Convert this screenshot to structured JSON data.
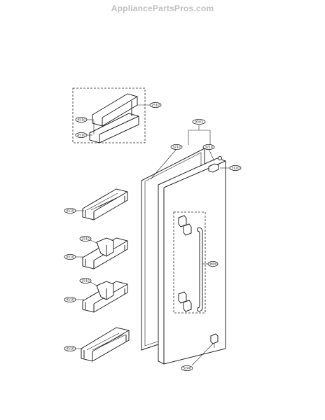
{
  "watermark": "AppliancePartsPros.com",
  "callouts": {
    "c1": "2510",
    "c2": "4510",
    "c3": "4510",
    "c4": "9501",
    "c5": "3210",
    "c6": "3210",
    "c7": "3120",
    "c8": "4510",
    "c9": "2510",
    "c10": "4510",
    "c11": "2510",
    "c12": "4510",
    "c13": "4510",
    "c14": "3600",
    "c15": "5240"
  }
}
